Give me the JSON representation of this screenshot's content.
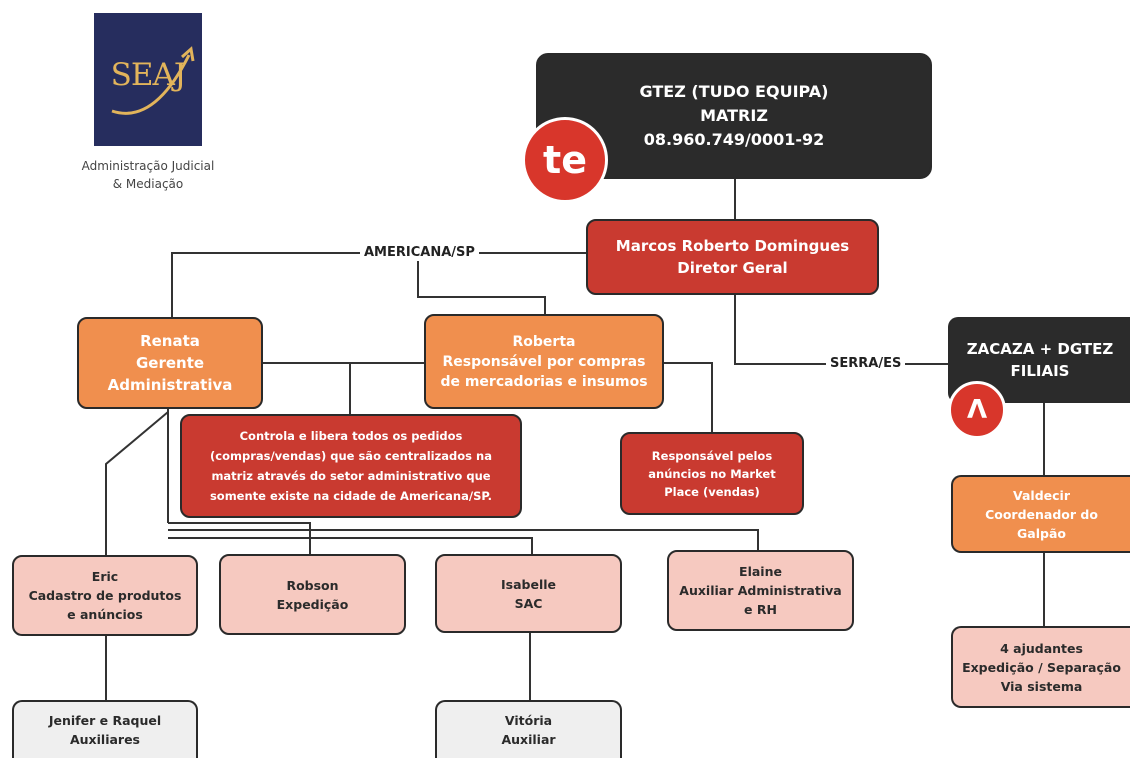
{
  "logo": {
    "mark": "SEAJ",
    "caption_line1": "Administração Judicial",
    "caption_line2": "& Mediação"
  },
  "matriz": {
    "line1": "GTEZ (TUDO EQUIPA)",
    "line2": "MATRIZ",
    "line3": "08.960.749/0001-92",
    "badge": "te"
  },
  "diretor": {
    "name": "Marcos Roberto Domingues",
    "role": "Diretor Geral"
  },
  "labels": {
    "americana": "AMERICANA/SP",
    "serra": "SERRA/ES"
  },
  "renata": {
    "name": "Renata",
    "role_line1": "Gerente",
    "role_line2": "Administrativa"
  },
  "roberta": {
    "name": "Roberta",
    "role_line1": "Responsável por compras",
    "role_line2": "de mercadorias e insumos"
  },
  "controla": {
    "line1": "Controla e libera todos os pedidos",
    "line2": "(compras/vendas) que são centralizados na",
    "line3": "matriz através do setor administrativo que",
    "line4": "somente existe na cidade de Americana/SP."
  },
  "anuncios": {
    "line1": "Responsável pelos",
    "line2": "anúncios no Market",
    "line3": "Place (vendas)"
  },
  "filiais": {
    "line1": "ZACAZA + DGTEZ",
    "line2": "FILIAIS",
    "badge": "Λ"
  },
  "valdecir": {
    "line1": "Valdecir",
    "line2": "Coordenador do",
    "line3": "Galpão"
  },
  "ajudantes": {
    "line1": "4 ajudantes",
    "line2": "Expedição / Separação",
    "line3": "Via sistema"
  },
  "eric": {
    "line1": "Eric",
    "line2": "Cadastro de produtos",
    "line3": "e anúncios"
  },
  "robson": {
    "line1": "Robson",
    "line2": "Expedição"
  },
  "isabelle": {
    "line1": "Isabelle",
    "line2": "SAC"
  },
  "elaine": {
    "line1": "Elaine",
    "line2": "Auxiliar Administrativa",
    "line3": "e RH"
  },
  "jenifer": {
    "line1": "Jenifer e Raquel",
    "line2": "Auxiliares"
  },
  "vitoria": {
    "line1": "Vitória",
    "line2": "Auxiliar"
  },
  "colors": {
    "dark": "#2b2b2b",
    "red": "#c93a30",
    "orange": "#f08f4e",
    "pink": "#f6c9c0",
    "grey": "#efefef",
    "logo_bg": "#262d5e",
    "logo_gold": "#e2b45b"
  }
}
